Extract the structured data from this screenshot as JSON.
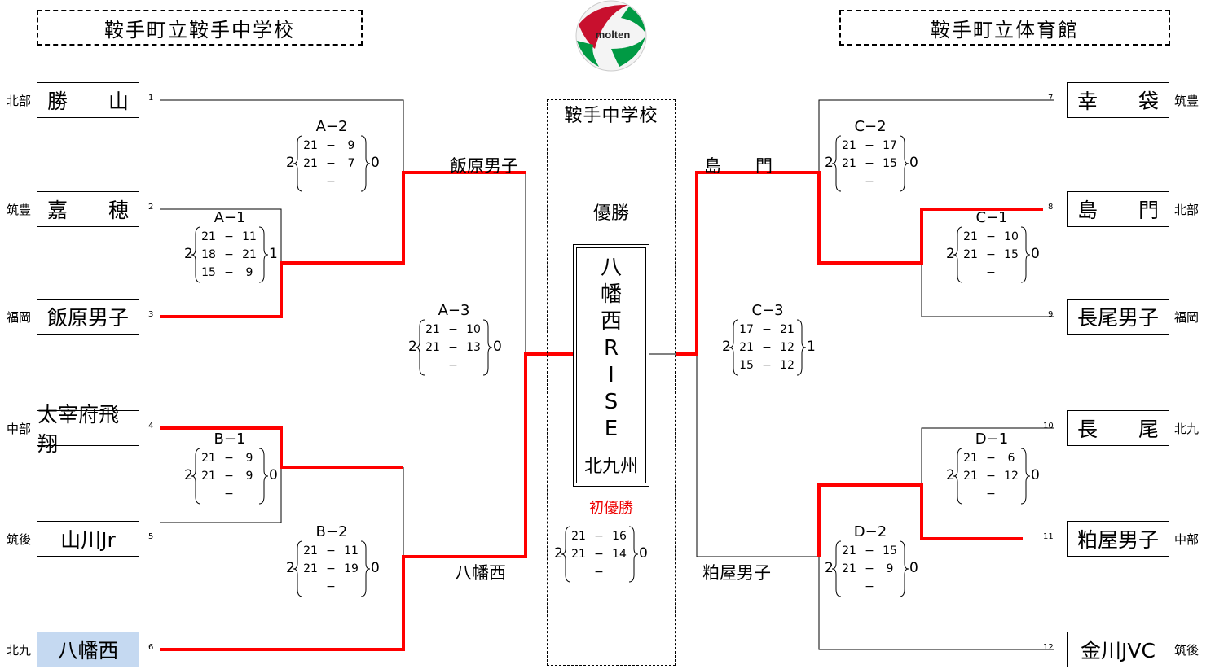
{
  "venues": {
    "left": "鞍手町立鞍手中学校",
    "right": "鞍手町立体育館",
    "center": "鞍手中学校"
  },
  "ball_brand": "molten",
  "left_teams": [
    {
      "name": "勝　　山",
      "region": "北部",
      "num": "1"
    },
    {
      "name": "嘉　　穂",
      "region": "筑豊",
      "num": "2"
    },
    {
      "name": "飯原男子",
      "region": "福岡",
      "num": "3"
    },
    {
      "name": "太宰府飛翔",
      "region": "中部",
      "num": "4"
    },
    {
      "name": "山川Jr",
      "region": "筑後",
      "num": "5"
    },
    {
      "name": "八幡西",
      "region": "北九",
      "num": "6"
    }
  ],
  "right_teams": [
    {
      "name": "幸　　袋",
      "region": "筑豊",
      "num": "7"
    },
    {
      "name": "島　　門",
      "region": "北部",
      "num": "8"
    },
    {
      "name": "長尾男子",
      "region": "福岡",
      "num": "9"
    },
    {
      "name": "長　　尾",
      "region": "北九",
      "num": "10"
    },
    {
      "name": "粕屋男子",
      "region": "中部",
      "num": "11"
    },
    {
      "name": "金川JVC",
      "region": "筑後",
      "num": "12"
    }
  ],
  "matches": {
    "A1": {
      "label": "A−1",
      "left": "2",
      "right": "1",
      "sets": [
        [
          "21",
          "11"
        ],
        [
          "18",
          "21"
        ],
        [
          "15",
          "9"
        ]
      ]
    },
    "A2": {
      "label": "A−2",
      "left": "2",
      "right": "0",
      "sets": [
        [
          "21",
          "9"
        ],
        [
          "21",
          "7"
        ],
        [
          "",
          ""
        ]
      ]
    },
    "A3": {
      "label": "A−3",
      "left": "2",
      "right": "0",
      "sets": [
        [
          "21",
          "10"
        ],
        [
          "21",
          "13"
        ],
        [
          "",
          ""
        ]
      ]
    },
    "B1": {
      "label": "B−1",
      "left": "2",
      "right": "0",
      "sets": [
        [
          "21",
          "9"
        ],
        [
          "21",
          "9"
        ],
        [
          "",
          ""
        ]
      ]
    },
    "B2": {
      "label": "B−2",
      "left": "2",
      "right": "0",
      "sets": [
        [
          "21",
          "11"
        ],
        [
          "21",
          "19"
        ],
        [
          "",
          ""
        ]
      ]
    },
    "C1": {
      "label": "C−1",
      "left": "2",
      "right": "0",
      "sets": [
        [
          "21",
          "10"
        ],
        [
          "21",
          "15"
        ],
        [
          "",
          ""
        ]
      ]
    },
    "C2": {
      "label": "C−2",
      "left": "2",
      "right": "0",
      "sets": [
        [
          "21",
          "17"
        ],
        [
          "21",
          "15"
        ],
        [
          "",
          ""
        ]
      ]
    },
    "C3": {
      "label": "C−3",
      "left": "2",
      "right": "1",
      "sets": [
        [
          "17",
          "21"
        ],
        [
          "21",
          "12"
        ],
        [
          "15",
          "12"
        ]
      ]
    },
    "D1": {
      "label": "D−1",
      "left": "2",
      "right": "0",
      "sets": [
        [
          "21",
          "6"
        ],
        [
          "21",
          "12"
        ],
        [
          "",
          ""
        ]
      ]
    },
    "D2": {
      "label": "D−2",
      "left": "2",
      "right": "0",
      "sets": [
        [
          "21",
          "15"
        ],
        [
          "21",
          "9"
        ],
        [
          "",
          ""
        ]
      ]
    },
    "F": {
      "label": "",
      "left": "2",
      "right": "0",
      "sets": [
        [
          "21",
          "16"
        ],
        [
          "21",
          "14"
        ],
        [
          "",
          ""
        ]
      ]
    }
  },
  "winner_labels": {
    "A2": "飯原男子",
    "B2": "八幡西",
    "C2": "島　　門",
    "D2": "粕屋男子"
  },
  "champion": {
    "label": "優勝",
    "name": [
      "八",
      "幡",
      "西",
      "R",
      "I",
      "S",
      "E"
    ],
    "region": "北九州",
    "note": "初優勝"
  },
  "colors": {
    "win": "#ff0000",
    "line": "#000000",
    "highlight": "#c5d9f1"
  }
}
